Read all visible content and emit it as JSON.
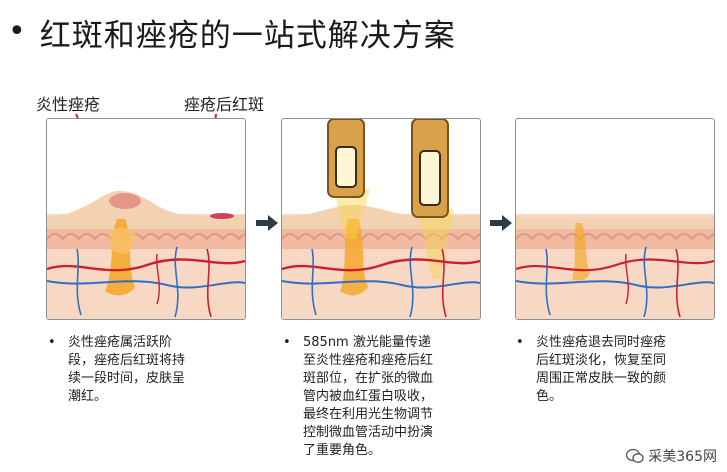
{
  "title": {
    "bullet": "•",
    "text": "红斑和痤疮的一站式解决方案"
  },
  "labels": {
    "inflammatory_acne": "炎性痤疮",
    "post_acne_erythema": "痤疮后红斑"
  },
  "descriptions": [
    {
      "bullet": "•",
      "lines": [
        "炎性痤疮属活跃阶",
        "段，痤疮后红斑将持",
        "续一段时间，皮肤呈",
        "潮红。"
      ]
    },
    {
      "bullet": "•",
      "lines": [
        "585nm 激光能量传递",
        "至炎性痤疮和痤疮后红",
        "斑部位，在扩张的微血",
        "管内被血红蛋白吸收，",
        "最终在利用光生物调节",
        "控制微血管活动中扮演",
        "了重要角色。"
      ]
    },
    {
      "bullet": "•",
      "lines": [
        "炎性痤疮退去同时痤疮",
        "后红斑淡化，恢复至同",
        "周围正常皮肤一致的颜",
        "色。"
      ]
    }
  ],
  "watermark": {
    "text": "采美365网"
  },
  "colors": {
    "skin_surface": "#f3d2b2",
    "dermis": "#f0b9a0",
    "vessel_red": "#cc1f2f",
    "vessel_blue": "#2f6fc4",
    "pustule": "#f5a623",
    "callout_arrow": "#d0242e",
    "flow_arrow": "#2e3a44"
  },
  "icons": [
    "laser-handpiece-icon",
    "flow-arrow-icon",
    "wechat-icon"
  ]
}
